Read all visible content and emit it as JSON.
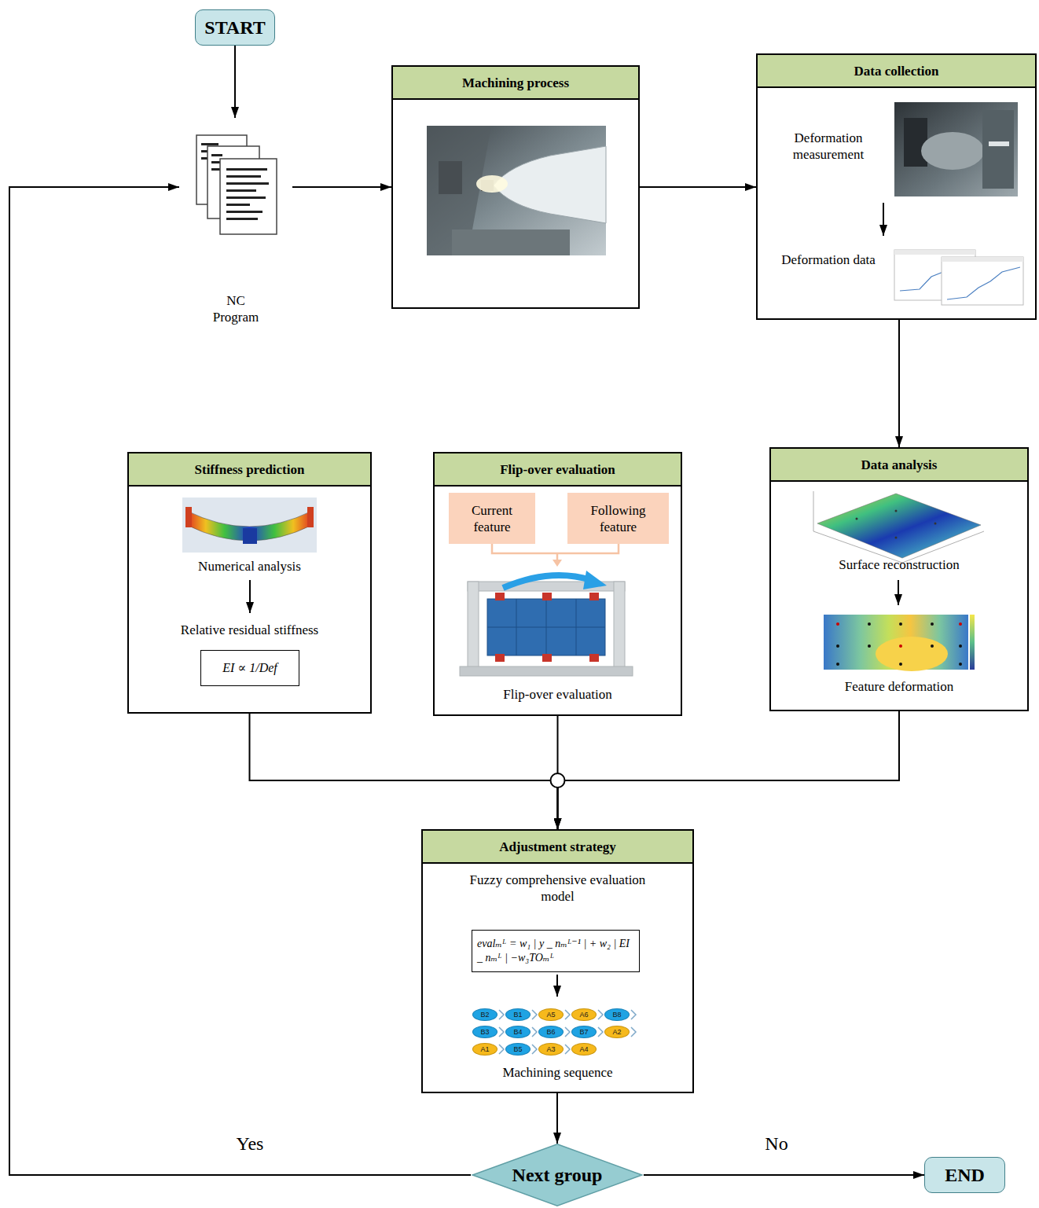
{
  "diagram": {
    "nodes": [
      {
        "text": [
          "START"
        ]
      },
      {
        "text": [
          "NC Program"
        ]
      },
      {
        "text": [
          "Machining process"
        ]
      },
      {
        "text": [
          "Data collection",
          "Deformation measurement",
          "Deformation data"
        ]
      },
      {
        "text": [
          "Stiffness prediction",
          "Numerical analysis",
          "Relative residual stiffness"
        ]
      },
      {
        "text": [
          "EI ∝ 1/Def"
        ],
        "in": 4
      },
      {
        "text": [
          "Flip-over evaluation",
          "Flip-over evaluation"
        ]
      },
      {
        "text": [
          "Current feature"
        ],
        "in": 6
      },
      {
        "text": [
          "Following feature"
        ],
        "in": 6
      },
      {
        "text": [
          "Data analysis",
          "Surface reconstruction",
          "Feature deformation"
        ]
      },
      {
        "text": [
          "Adjustment strategy",
          "Fuzzy comprehensive evaluation model",
          "Machining sequence"
        ]
      },
      {
        "text": [
          "evalₘᴸ = w₁ | y _ nₘᴸ⁻¹ | + w₂ | EI _ nₘᴸ | −w₃TOₘᴸ"
        ],
        "in": 10
      },
      {
        "text": [
          "B2"
        ],
        "in": 10
      },
      {
        "text": [
          "B1"
        ],
        "in": 10
      },
      {
        "text": [
          "A5"
        ],
        "in": 10
      },
      {
        "text": [
          "A6"
        ],
        "in": 10
      },
      {
        "text": [
          "B8"
        ],
        "in": 10
      },
      {
        "text": [
          "B3"
        ],
        "in": 10
      },
      {
        "text": [
          "B4"
        ],
        "in": 10
      },
      {
        "text": [
          "B6"
        ],
        "in": 10
      },
      {
        "text": [
          "B7"
        ],
        "in": 10
      },
      {
        "text": [
          "A2"
        ],
        "in": 10
      },
      {
        "text": [
          "A1"
        ],
        "in": 10
      },
      {
        "text": [
          "B5"
        ],
        "in": 10
      },
      {
        "text": [
          "A3"
        ],
        "in": 10
      },
      {
        "text": [
          "A4"
        ],
        "in": 10
      },
      {
        "text": [
          "Next group"
        ]
      },
      {
        "text": [
          "END"
        ]
      }
    ],
    "edges": [
      {
        "from": 0,
        "to": 1,
        "arrow": "to"
      },
      {
        "from": 1,
        "to": 2,
        "arrow": "to"
      },
      {
        "from": 2,
        "to": 3,
        "arrow": "to"
      },
      {
        "from": 3,
        "to": 9,
        "arrow": "to"
      },
      {
        "from": 4,
        "to": 10,
        "arrow": "to"
      },
      {
        "from": 6,
        "to": 10,
        "arrow": "to"
      },
      {
        "from": 9,
        "to": 10,
        "arrow": "to"
      },
      {
        "from": 10,
        "to": 26,
        "arrow": "to"
      },
      {
        "from": 26,
        "to": 1,
        "label": "Yes",
        "arrow": "to"
      },
      {
        "from": 26,
        "to": 27,
        "label": "No",
        "arrow": "to"
      }
    ]
  }
}
